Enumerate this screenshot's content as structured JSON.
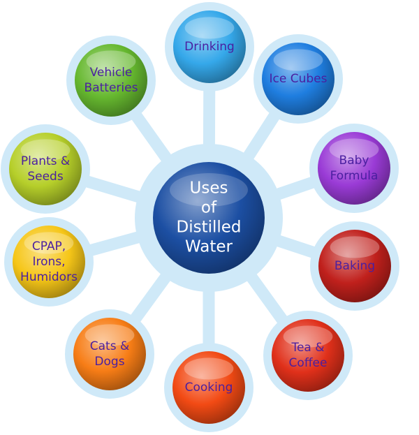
{
  "hub": {
    "lines": [
      "Uses",
      "of",
      "Distilled",
      "Water"
    ],
    "color": "#1c4fa3"
  },
  "uses": [
    {
      "lines": [
        "Drinking"
      ],
      "color": "#35a8ea"
    },
    {
      "lines": [
        "Ice Cubes"
      ],
      "color": "#1f7ee0"
    },
    {
      "lines": [
        "Baby",
        "Formula"
      ],
      "color": "#9a3bd6"
    },
    {
      "lines": [
        "Baking"
      ],
      "color": "#c0201c"
    },
    {
      "lines": [
        "Tea &",
        "Coffee"
      ],
      "color": "#e0301a"
    },
    {
      "lines": [
        "Cooking"
      ],
      "color": "#f24a14"
    },
    {
      "lines": [
        "Cats &",
        "Dogs"
      ],
      "color": "#f77d16"
    },
    {
      "lines": [
        "CPAP,",
        "Irons,",
        "Humidors"
      ],
      "color": "#f6c618"
    },
    {
      "lines": [
        "Plants &",
        "Seeds"
      ],
      "color": "#b6cf2a"
    },
    {
      "lines": [
        "Vehicle",
        "Batteries"
      ],
      "color": "#66b82f"
    }
  ],
  "spoke_color": "#cfe9f8"
}
